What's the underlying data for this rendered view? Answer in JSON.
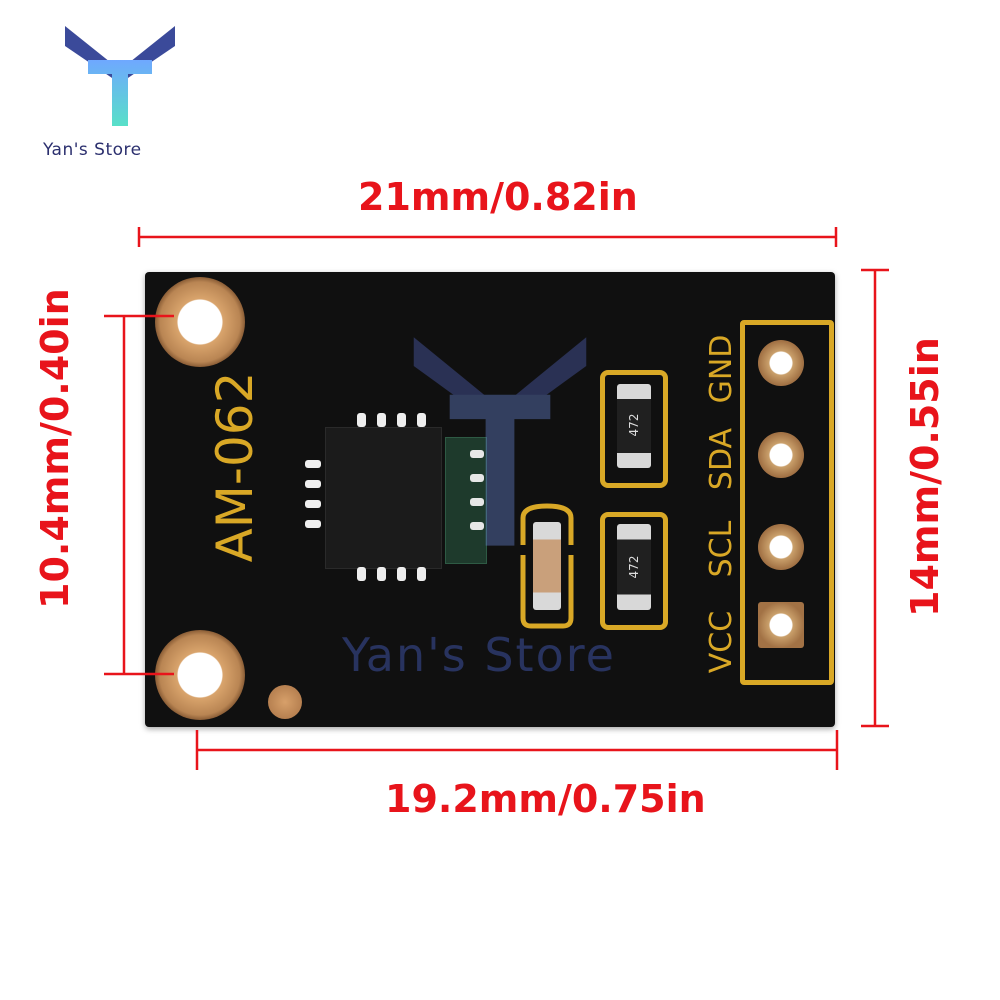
{
  "brand": {
    "name": "Yan's Store",
    "watermark": "Yan's Store"
  },
  "dimensions": {
    "top": "21mm/0.82in",
    "bottom": "19.2mm/0.75in",
    "left": "10.4mm/0.40in",
    "right": "14mm/0.55in"
  },
  "board": {
    "model": "AM-062",
    "pins": [
      "GND",
      "SDA",
      "SCL",
      "VCC"
    ],
    "resistor_code": "472"
  },
  "colors": {
    "dimension_red": "#e8141b",
    "pcb": "#101010",
    "silkscreen": "#d9a826",
    "pad_copper": "#c99560"
  }
}
